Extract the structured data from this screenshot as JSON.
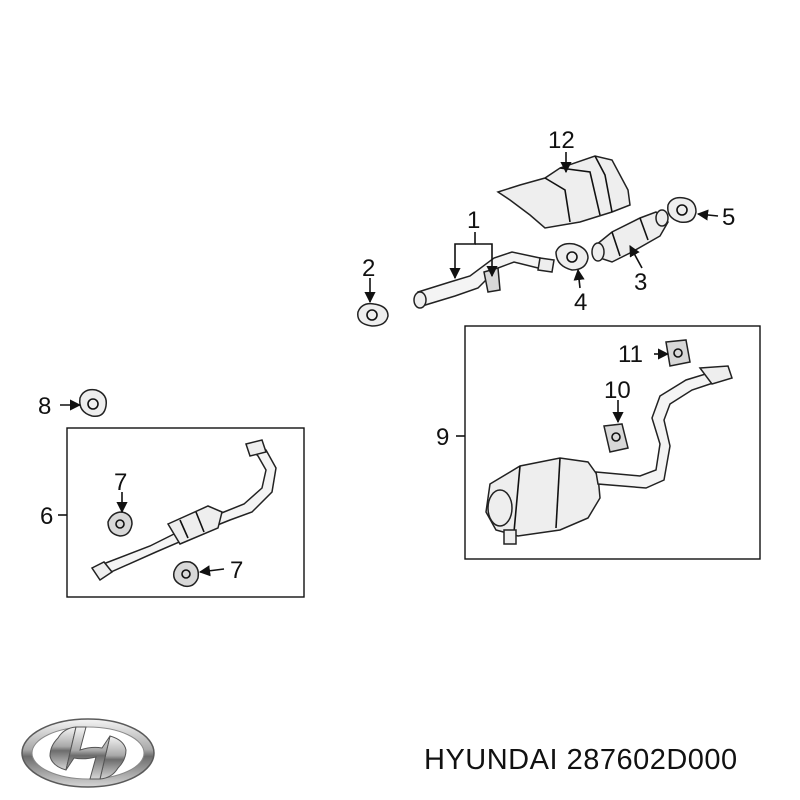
{
  "callouts": {
    "c1": "1",
    "c2": "2",
    "c3": "3",
    "c4": "4",
    "c5": "5",
    "c6": "6",
    "c7a": "7",
    "c7b": "7",
    "c8": "8",
    "c9": "9",
    "c10": "10",
    "c11": "11",
    "c12": "12"
  },
  "footer": {
    "brand_part_number": "HYUNDAI 287602D000"
  },
  "logo": {
    "icon": "hyundai-logo-icon"
  }
}
